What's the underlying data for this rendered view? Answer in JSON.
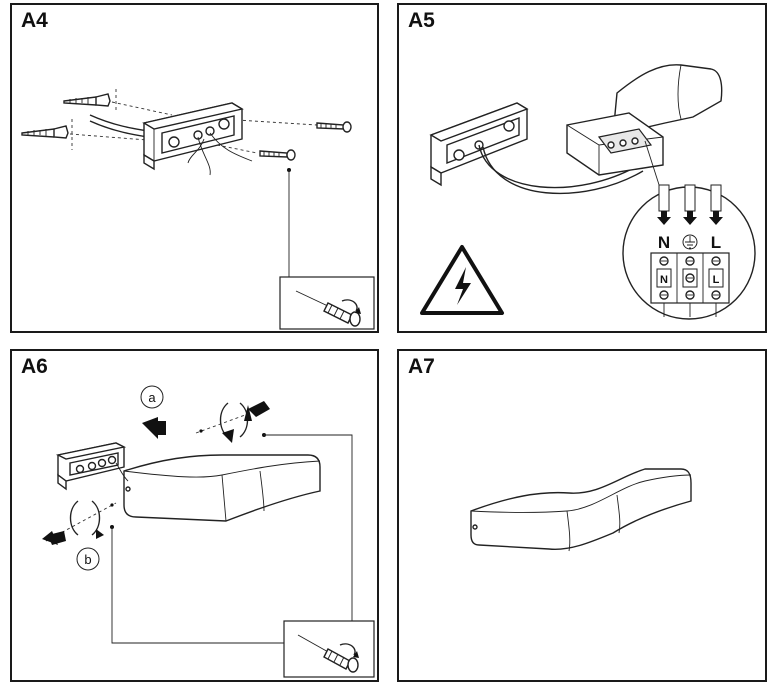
{
  "panels": [
    {
      "id": "A4",
      "label": "A4"
    },
    {
      "id": "A5",
      "label": "A5",
      "terminals": [
        "N",
        "L"
      ],
      "block_terms": [
        "N",
        "L"
      ]
    },
    {
      "id": "A6",
      "label": "A6",
      "callouts": [
        "a",
        "b"
      ]
    },
    {
      "id": "A7",
      "label": "A7"
    }
  ],
  "icons": [
    "wall-plug-icon",
    "screw-icon",
    "screwdriver-icon",
    "mounting-plate-icon",
    "terminal-block-icon",
    "ground-symbol-icon",
    "high-voltage-warning-icon",
    "arrow-icon",
    "rotate-icon",
    "wall-lamp-icon"
  ]
}
